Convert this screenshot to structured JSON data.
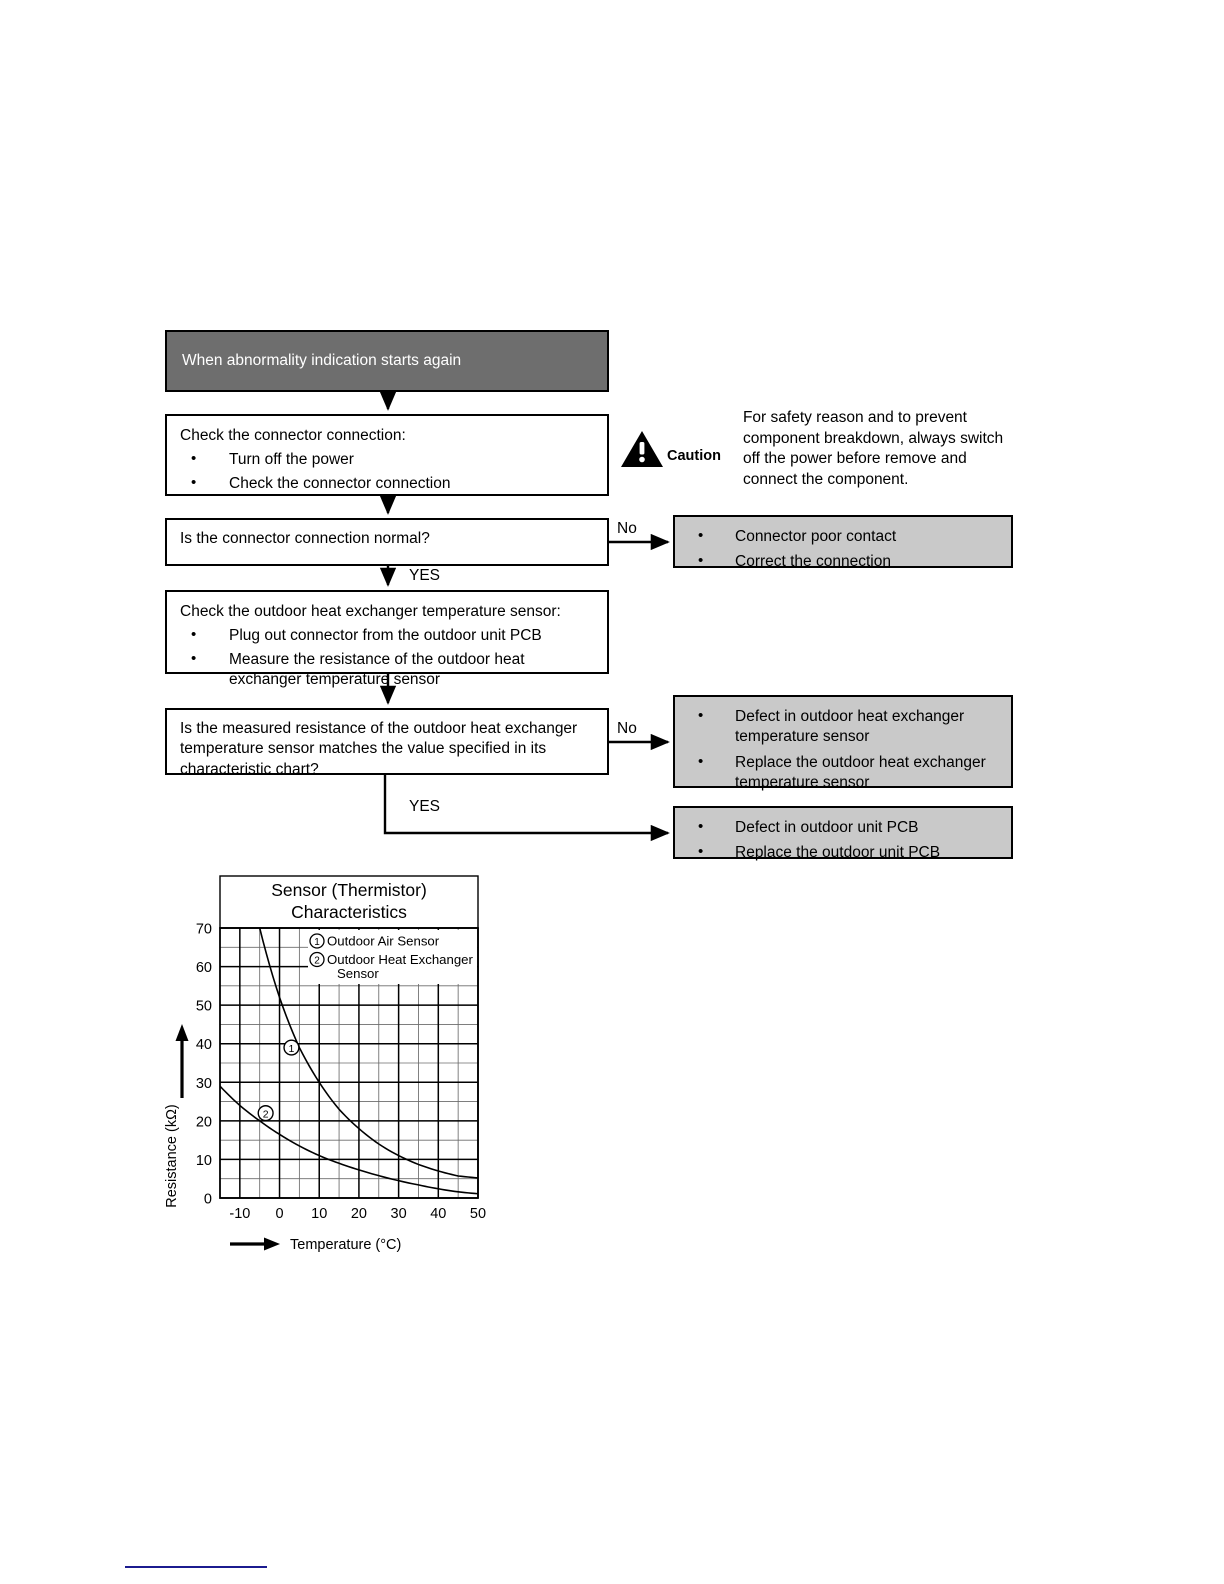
{
  "flowchart": {
    "header": {
      "label": "When abnormality indication starts again"
    },
    "steps": [
      {
        "id": "check-connector",
        "title": "Check the connector connection:",
        "bullets": [
          "Turn off the power",
          "Check the connector connection"
        ]
      },
      {
        "id": "check-sensor",
        "title": "Check the outdoor heat exchanger temperature sensor:",
        "bullets": [
          "Plug out connector from the outdoor unit PCB",
          "Measure the resistance of the outdoor heat exchanger temperature sensor"
        ]
      }
    ],
    "decisions": [
      {
        "id": "decision-connector",
        "question": "Is the connector connection normal?",
        "no_label": "No",
        "yes_label": "YES"
      },
      {
        "id": "decision-resistance",
        "question": "Is the measured resistance of the outdoor heat exchanger temperature sensor matches the value specified in its characteristic chart?",
        "no_label": "No",
        "yes_label": "YES"
      }
    ],
    "results": [
      {
        "id": "result-connector",
        "bullets": [
          "Connector poor contact",
          "Correct the connection"
        ]
      },
      {
        "id": "result-sensor",
        "bullets": [
          "Defect in outdoor heat exchanger temperature sensor",
          "Replace the outdoor heat exchanger temperature sensor"
        ]
      },
      {
        "id": "result-pcb",
        "bullets": [
          "Defect in outdoor unit PCB",
          "Replace the outdoor unit PCB"
        ]
      }
    ]
  },
  "caution": {
    "icon": "warning-triangle-icon",
    "label": "Caution",
    "text": "For safety reason and to prevent component breakdown, always switch off the power before remove and connect the component."
  },
  "chart_data": {
    "type": "line",
    "title": "Sensor (Thermistor) Characteristics",
    "xlabel": "Temperature (°C)",
    "ylabel": "Resistance (kΩ)",
    "xlim": [
      -15,
      50
    ],
    "ylim": [
      0,
      70
    ],
    "xticks": [
      -10,
      0,
      10,
      20,
      30,
      40,
      50
    ],
    "yticks": [
      0,
      10,
      20,
      30,
      40,
      50,
      60,
      70
    ],
    "grid": true,
    "grid_minor_step_x": 5,
    "grid_minor_step_y": 5,
    "legend_position": "top-right",
    "legend": [
      {
        "marker": "①",
        "name": "Outdoor Air Sensor"
      },
      {
        "marker": "②",
        "name": "Outdoor Heat Exchanger Sensor"
      }
    ],
    "series": [
      {
        "name": "Outdoor Air Sensor",
        "marker": "①",
        "annotation": "①",
        "x": [
          -5,
          0,
          5,
          10,
          15,
          20,
          25,
          30,
          35,
          40,
          45,
          50
        ],
        "y": [
          70,
          52,
          39,
          30,
          23,
          18,
          14,
          11,
          8.7,
          7.0,
          5.7,
          5.2
        ]
      },
      {
        "name": "Outdoor Heat Exchanger Sensor",
        "marker": "②",
        "annotation": "②",
        "x": [
          -15,
          -10,
          -5,
          0,
          5,
          10,
          15,
          20,
          25,
          30,
          35,
          40,
          45,
          50
        ],
        "y": [
          29,
          24,
          20,
          16.5,
          13.5,
          11,
          9,
          7.3,
          5.8,
          4.5,
          3.4,
          2.4,
          1.6,
          1.1
        ]
      }
    ]
  },
  "colors": {
    "header_fill": "#6e6e6e",
    "result_fill": "#c9c9c9",
    "border": "#000000",
    "footer_rule": "#1b1b8f"
  }
}
